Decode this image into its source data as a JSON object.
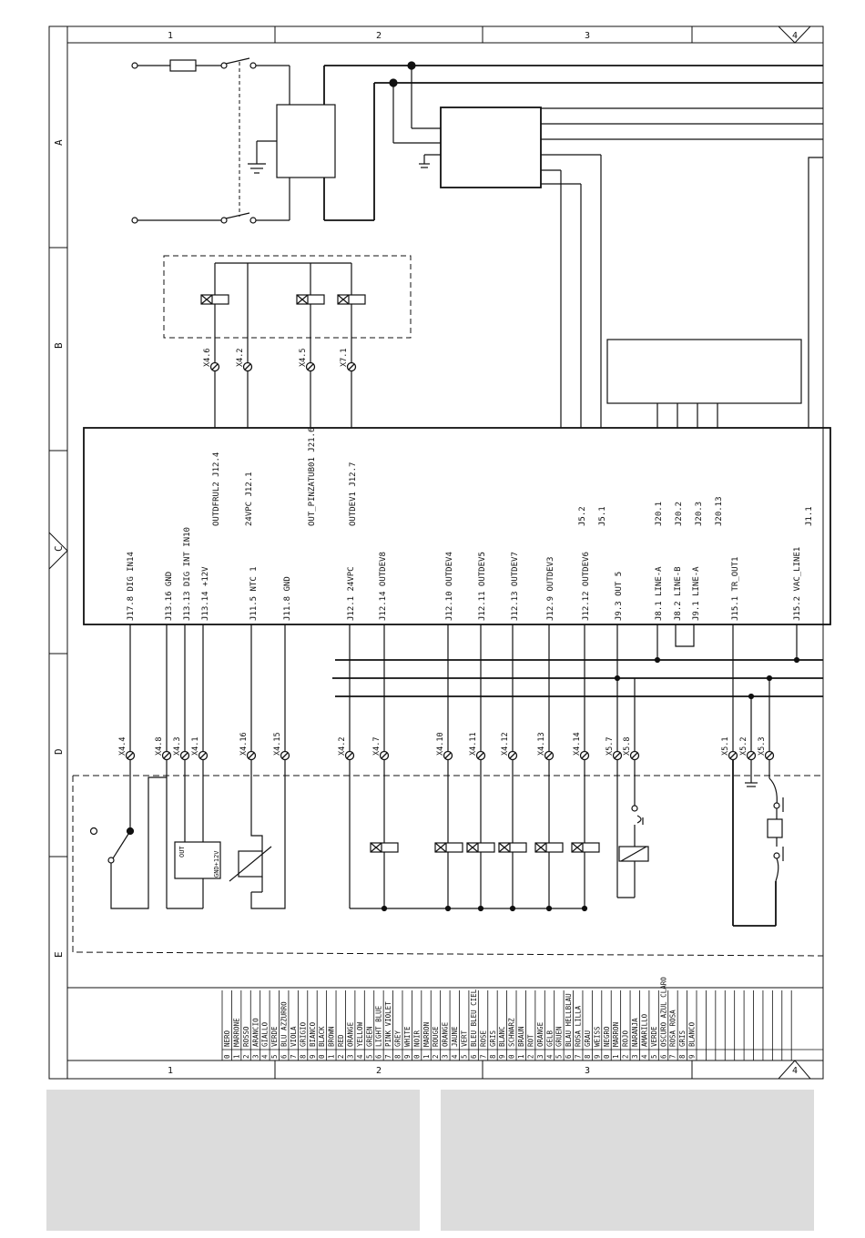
{
  "grid": {
    "columns": [
      "1",
      "2",
      "3",
      "4"
    ],
    "rows": [
      "A",
      "B",
      "C",
      "D",
      "E"
    ]
  },
  "terminals": [
    {
      "id": "X4.6"
    },
    {
      "id": "X4.2"
    },
    {
      "id": "X4.5"
    },
    {
      "id": "X7.1"
    },
    {
      "id": "X4.4"
    },
    {
      "id": "X4.8"
    },
    {
      "id": "X4.3"
    },
    {
      "id": "X4.1"
    },
    {
      "id": "X4.16"
    },
    {
      "id": "X4.15"
    },
    {
      "id": "X4.2"
    },
    {
      "id": "X4.7"
    },
    {
      "id": "X4.10"
    },
    {
      "id": "X4.11"
    },
    {
      "id": "X4.12"
    },
    {
      "id": "X4.13"
    },
    {
      "id": "X4.14"
    },
    {
      "id": "X5.7"
    },
    {
      "id": "X5.8"
    },
    {
      "id": "X5.1"
    },
    {
      "id": "X5.2"
    },
    {
      "id": "X5.3"
    }
  ],
  "board": {
    "top_labels": [
      "OUTDFRUL2 J12.4",
      "24VPC J12.1",
      "OUT_PINZATUB01 J21.6",
      "OUTDEV1 J12.7",
      "J5.2",
      "J5.1",
      "J20.1",
      "J20.2",
      "J20.3",
      "J20.13",
      "J1.1"
    ],
    "bottom_labels": [
      "J17.8 DIG IN14",
      "J13.16 GND",
      "J13.13 DIG INT IN10",
      "J13.14 +12V",
      "J11.5 NTC 1",
      "J11.8 GND",
      "J12.1 24VPC",
      "J12.14 OUTDEV8",
      "J12.10 OUTDEV4",
      "J12.11 OUTDEV5",
      "J12.13 OUTDEV7",
      "J12.9 OUTDEV3",
      "J12.12 OUTDEV6",
      "J9.3 OUT 5",
      "J8.1 LINE-A",
      "J8.2 LINE-B",
      "J9.1 LINE-A",
      "J15.1 TR_OUT1",
      "J15.2 VAC_LINE1"
    ]
  },
  "component_labels": {
    "sensor_out": "OUT",
    "sensor_supply": "GND+12V"
  },
  "color_legend": [
    {
      "code": "0",
      "name": "NERO"
    },
    {
      "code": "1",
      "name": "MARRONE"
    },
    {
      "code": "2",
      "name": "ROSSO"
    },
    {
      "code": "3",
      "name": "ARANCIO"
    },
    {
      "code": "4",
      "name": "GIALLO"
    },
    {
      "code": "5",
      "name": "VERDE"
    },
    {
      "code": "6",
      "name": "BLU AZZURRO"
    },
    {
      "code": "7",
      "name": "VIOLA"
    },
    {
      "code": "8",
      "name": "GRIGIO"
    },
    {
      "code": "9",
      "name": "BIANCO"
    },
    {
      "code": "0",
      "name": "BLACK"
    },
    {
      "code": "1",
      "name": "BROWN"
    },
    {
      "code": "2",
      "name": "RED"
    },
    {
      "code": "3",
      "name": "ORANGE"
    },
    {
      "code": "4",
      "name": "YELLOW"
    },
    {
      "code": "5",
      "name": "GREEN"
    },
    {
      "code": "6",
      "name": "LIGHT BLUE"
    },
    {
      "code": "7",
      "name": "PINK VIOLET"
    },
    {
      "code": "8",
      "name": "GREY"
    },
    {
      "code": "9",
      "name": "WHITE"
    },
    {
      "code": "0",
      "name": "NOIR"
    },
    {
      "code": "1",
      "name": "MARRON"
    },
    {
      "code": "2",
      "name": "ROUGE"
    },
    {
      "code": "3",
      "name": "ORANGE"
    },
    {
      "code": "4",
      "name": "JAUNE"
    },
    {
      "code": "5",
      "name": "VERT"
    },
    {
      "code": "6",
      "name": "BLEU BLEU CIEL"
    },
    {
      "code": "7",
      "name": "ROSE"
    },
    {
      "code": "8",
      "name": "GRIS"
    },
    {
      "code": "9",
      "name": "BLANC"
    },
    {
      "code": "0",
      "name": "SCHWARZ"
    },
    {
      "code": "1",
      "name": "BRAUN"
    },
    {
      "code": "2",
      "name": "ROT"
    },
    {
      "code": "3",
      "name": "ORANGE"
    },
    {
      "code": "4",
      "name": "GELB"
    },
    {
      "code": "5",
      "name": "GRUEN"
    },
    {
      "code": "6",
      "name": "BLAU HELLBLAU"
    },
    {
      "code": "7",
      "name": "ROSA LILLA"
    },
    {
      "code": "8",
      "name": "GRAU"
    },
    {
      "code": "9",
      "name": "WEISS"
    },
    {
      "code": "0",
      "name": "NEGRO"
    },
    {
      "code": "1",
      "name": "MARRON"
    },
    {
      "code": "2",
      "name": "ROJO"
    },
    {
      "code": "3",
      "name": "NARANJA"
    },
    {
      "code": "4",
      "name": "AMARILLO"
    },
    {
      "code": "5",
      "name": "VERDE"
    },
    {
      "code": "6",
      "name": "OSCURO AZUL CLARO"
    },
    {
      "code": "7",
      "name": "ROSA ROSA"
    },
    {
      "code": "8",
      "name": "GRIS"
    },
    {
      "code": "9",
      "name": "BLANCO"
    }
  ]
}
